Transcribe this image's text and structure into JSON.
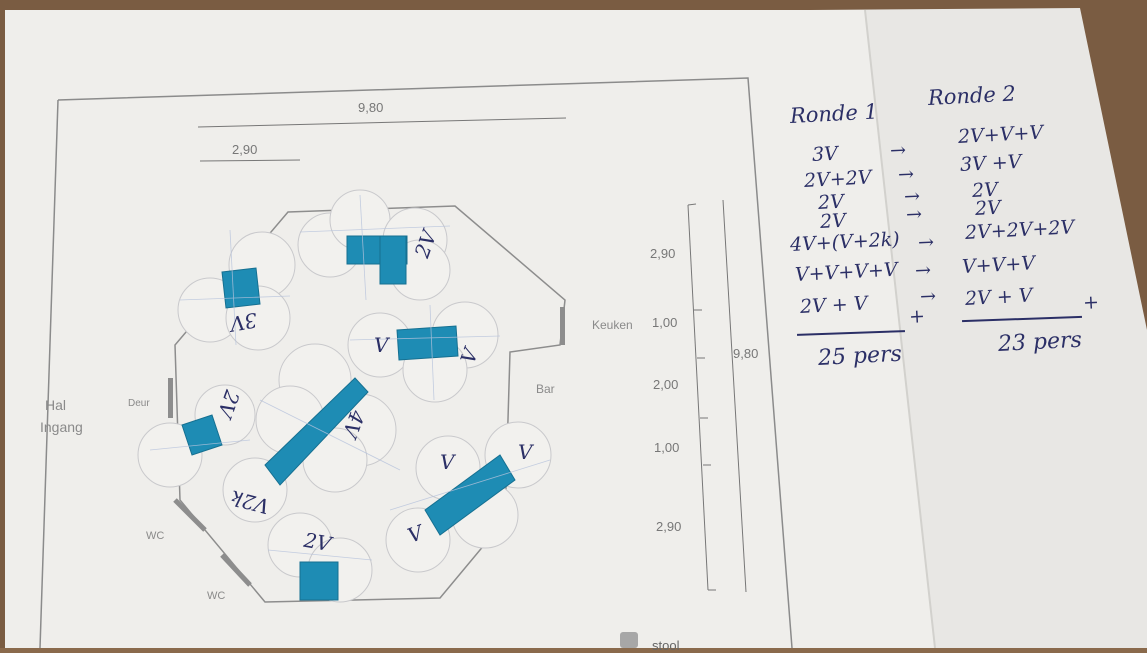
{
  "floorplan": {
    "dimensions": {
      "top_total": "9,80",
      "top_partial": "2,90",
      "right_segments": [
        "2,90",
        "1,00",
        "2,00",
        "1,00",
        "2,90"
      ],
      "right_total": "9,80"
    },
    "rooms": {
      "keuken": "Keuken",
      "bar": "Bar",
      "deur": "Deur",
      "hal": "Hal",
      "ingang": "Ingang",
      "wc_1": "WC",
      "wc_2": "WC"
    },
    "legend": {
      "stool": "stool"
    }
  },
  "table_tags": {
    "t1": "3V",
    "t2": "2V",
    "t3": "V",
    "t4": "V",
    "t5": "2V",
    "t6": "4V",
    "t7": "V2k",
    "t8": "V",
    "t9": "V",
    "t10": "V",
    "t11": "2V"
  },
  "notes": {
    "ronde1": {
      "title": "Ronde 1",
      "lines": [
        "3V",
        "2V+2V",
        "2V",
        "2V",
        "4V+(V+2k)",
        "V+V+V+V",
        "2V + V"
      ],
      "plus": "+",
      "total": "25 pers"
    },
    "ronde2": {
      "title": "Ronde 2",
      "lines": [
        "2V+V+V",
        "3V +V",
        "2V",
        "2V",
        "2V+2V+2V",
        "V+V+V",
        "2V + V"
      ],
      "plus": "+",
      "total": "23 pers"
    },
    "arrows": [
      "→",
      "→",
      "→",
      "→",
      "→",
      "→",
      "→"
    ]
  },
  "colors": {
    "paper": "#f1f0ed",
    "tape": "#1f8fb6",
    "ink": "#2b2f66",
    "desk": "#8a6a4c"
  }
}
